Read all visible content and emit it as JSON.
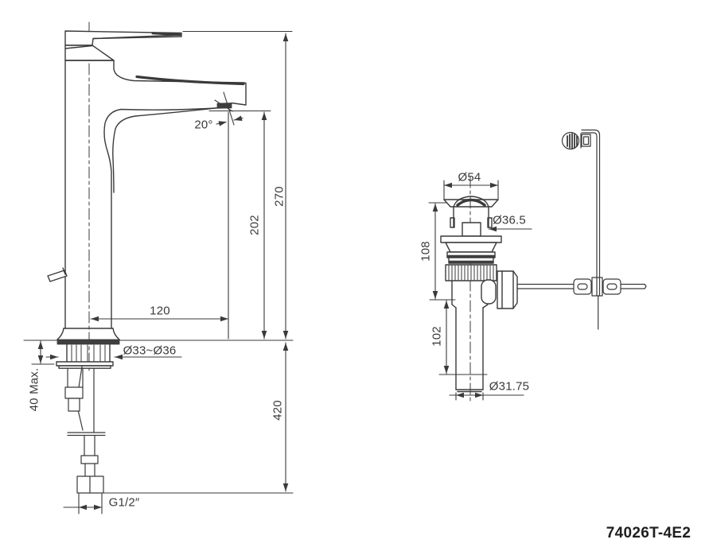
{
  "page": {
    "background": "#ffffff",
    "line_color": "#3a3a3a",
    "text_color": "#3a3a3a"
  },
  "title_block": {
    "part_number": "74026T-4E2"
  },
  "faucet_view": {
    "name": "tall single-lever basin mixer - side elevation",
    "labels": {
      "spout_angle": "20°",
      "overall_height": "270",
      "spout_height": "202",
      "spout_reach": "120",
      "mounting_hole": "Ø33~Ø36",
      "deck_thickness_max": "40 Max.",
      "supply_length": "420",
      "inlet_thread": "G1/2″"
    }
  },
  "drain_view": {
    "name": "pop-up drain waste assembly",
    "labels": {
      "flange_diameter": "Ø54",
      "body_diameter": "Ø36.5",
      "upper_height": "108",
      "tailpiece_length": "102",
      "tailpiece_diameter": "Ø31.75"
    }
  }
}
